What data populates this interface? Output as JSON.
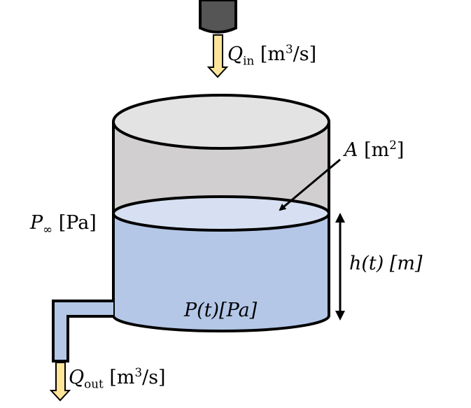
{
  "labels": {
    "q_in": {
      "symbol": "Q",
      "sub": "in",
      "unit_pre": "[m",
      "unit_sup": "3",
      "unit_post": "/s]"
    },
    "q_out": {
      "symbol": "Q",
      "sub": "out",
      "unit_pre": "[m",
      "unit_sup": "3",
      "unit_post": "/s]"
    },
    "area": {
      "symbol": "A",
      "unit_pre": "[m",
      "unit_sup": "2",
      "unit_post": "]"
    },
    "p_inf": {
      "symbol": "P",
      "sub": "∞",
      "unit": "[Pa]"
    },
    "height": {
      "text": "h(t) [m]"
    },
    "pressure": {
      "text": "P(t)[Pa]"
    }
  },
  "colors": {
    "water": "#b4c7e7",
    "water_surface": "#d6e0f2",
    "tank_lid": "#e3e3e3",
    "tank_wall": "#d1cfd0",
    "nozzle": "#555555",
    "flow_arrow": "#ffe59a",
    "stroke": "#000000"
  }
}
